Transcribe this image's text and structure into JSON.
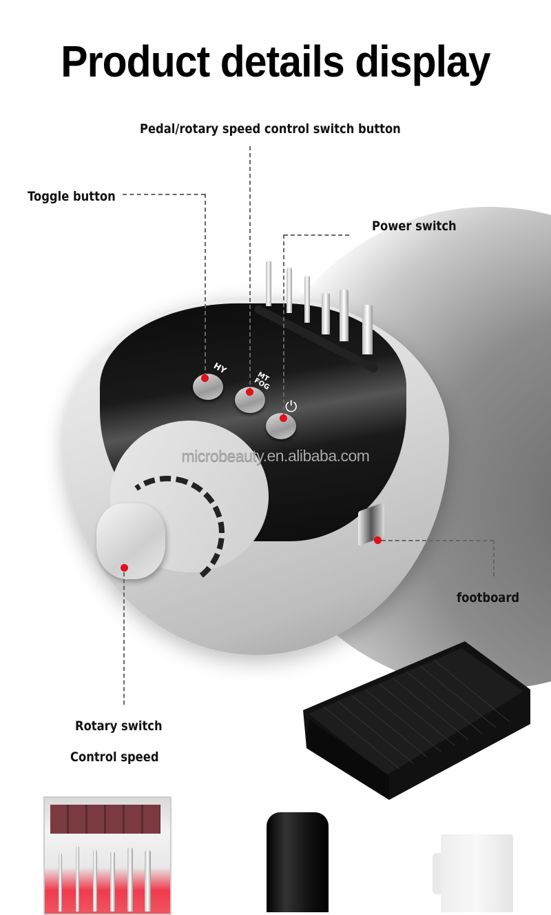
{
  "header": {
    "title": "Product details display"
  },
  "callouts": {
    "pedal_rotary_switch": "Pedal/rotary speed control switch button",
    "toggle_button": "Toggle button",
    "power_switch": "Power switch",
    "footboard": "footboard",
    "rotary_switch": "Rotary switch",
    "control_speed": "Control speed"
  },
  "device": {
    "buttons": [
      {
        "label": "HY",
        "function": "toggle"
      },
      {
        "label": "MT FOG",
        "function": "pedal/rotary speed control switch"
      },
      {
        "label": "⏻",
        "function": "power"
      }
    ],
    "watermark": "microbeauty.en.alibaba.com"
  },
  "accessories": [
    "drill-bit-case",
    "handpiece-holder",
    "dust-cup",
    "foot-pedal"
  ],
  "colors": {
    "marker": "#e0101a",
    "panel": "#0c0c0c",
    "shell": "#dcdcdc",
    "leader_line": "#666666"
  }
}
